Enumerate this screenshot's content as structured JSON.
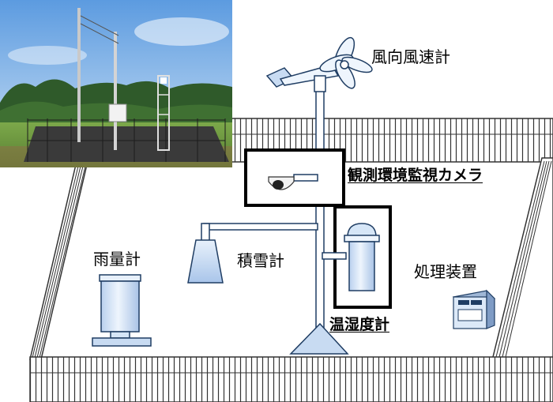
{
  "labels": {
    "anemometer": "風向風速計",
    "camera": "観測環境監視カメラ",
    "rain_gauge": "雨量計",
    "snow_gauge": "積雪計",
    "processor": "処理装置",
    "thermohygrometer": "温湿度計"
  },
  "colors": {
    "equipment_fill": "#d6e6f7",
    "equipment_stroke": "#1f3d63",
    "highlight_box": "#000000",
    "fence_stroke": "#333333"
  }
}
